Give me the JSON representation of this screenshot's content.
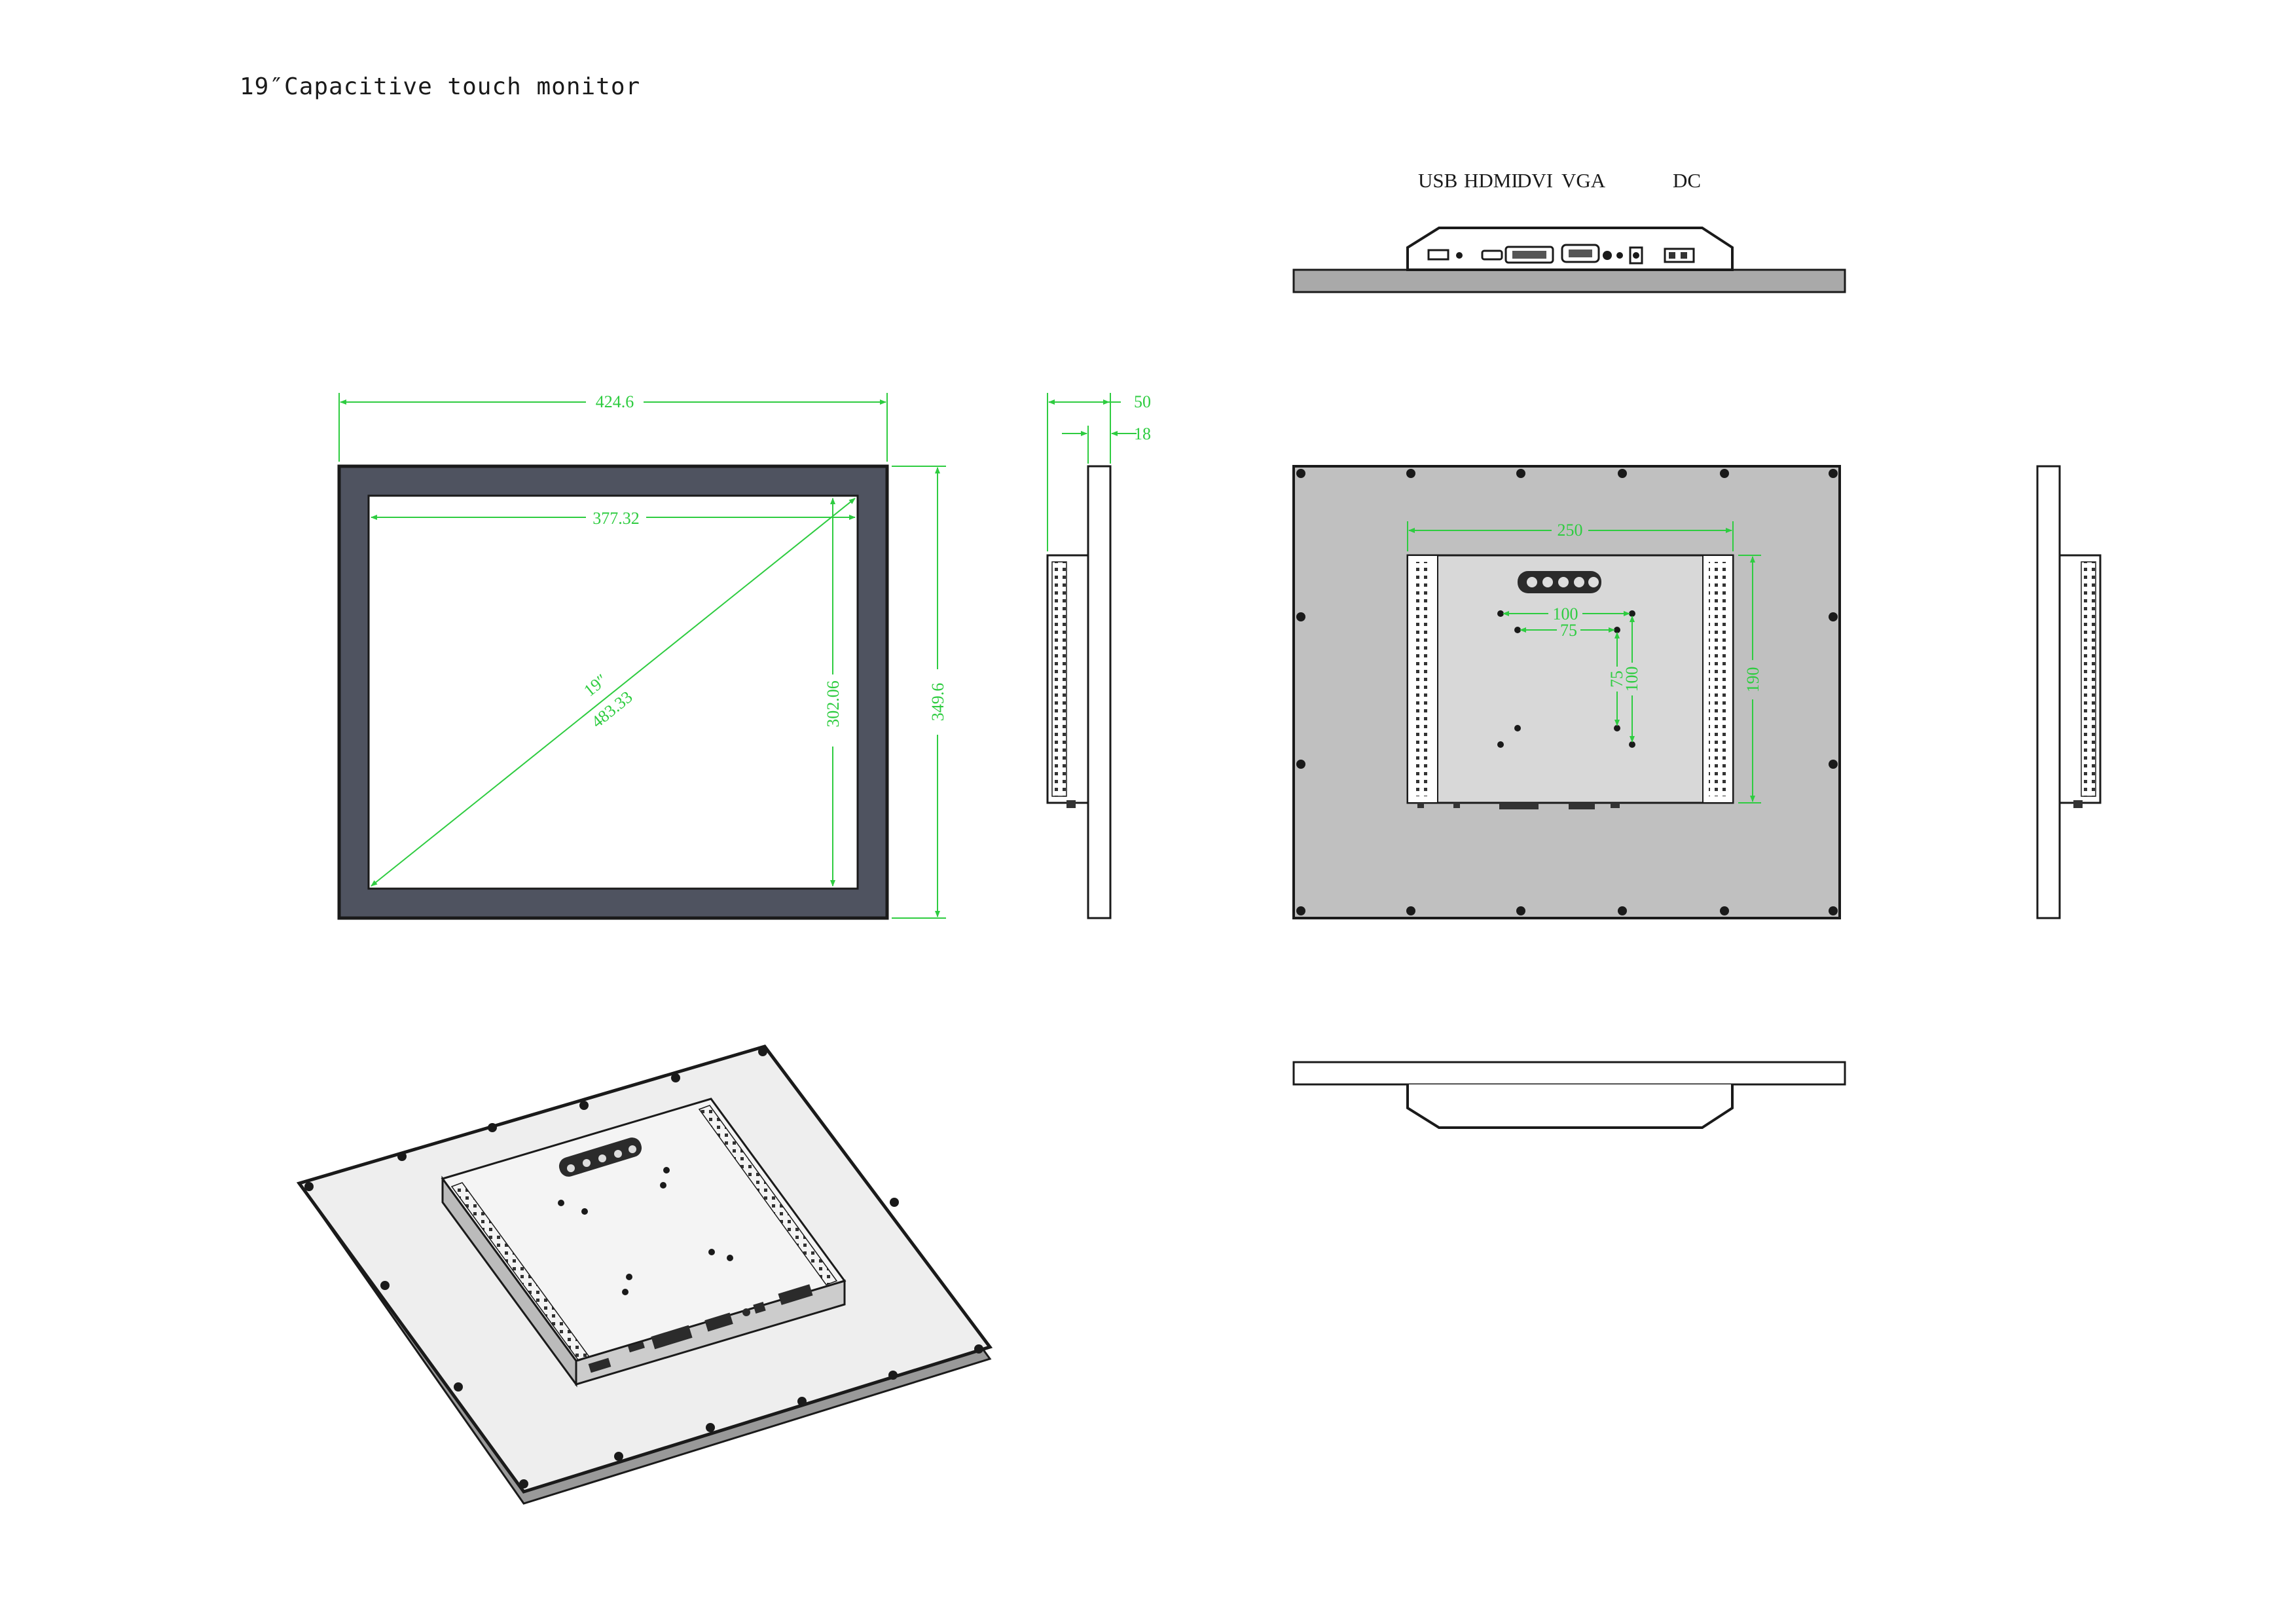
{
  "title": "19″Capacitive touch monitor",
  "ports": {
    "usb": "USB",
    "hdmi": "HDMI",
    "dvi": "DVI",
    "vga": "VGA",
    "dc": "DC"
  },
  "dimensions": {
    "overall_width": "424.6",
    "active_width": "377.32",
    "diagonal_in": "19″",
    "diagonal_mm": "483.33",
    "active_height": "302.06",
    "overall_height": "349.6",
    "depth_total": "50",
    "depth_panel": "18",
    "mount_span_w": "250",
    "mount_span_h": "190",
    "vesa_100_h": "100",
    "vesa_75_h": "75",
    "vesa_75_v": "75",
    "vesa_100_v": "100"
  },
  "colors": {
    "dimension": "#2ecc40",
    "bezel": "#4f5360",
    "back_panel": "#c0c0c0",
    "outline": "#1a1a1a"
  }
}
